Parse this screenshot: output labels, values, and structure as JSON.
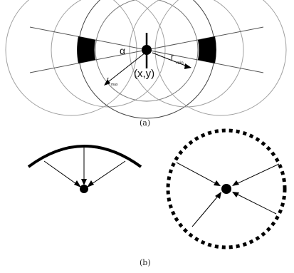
{
  "panel_a": {
    "caption": "(a)",
    "labels": {
      "alpha": "α",
      "point": "(x,y)",
      "r_min": "r",
      "r_min_sub": "min",
      "r_max": "r",
      "r_max_sub": "max"
    }
  },
  "panel_b": {
    "caption": "(b)"
  },
  "colors": {
    "stroke": "#111111",
    "circle_outline": "#9a9a9a",
    "fill": "#000000"
  }
}
